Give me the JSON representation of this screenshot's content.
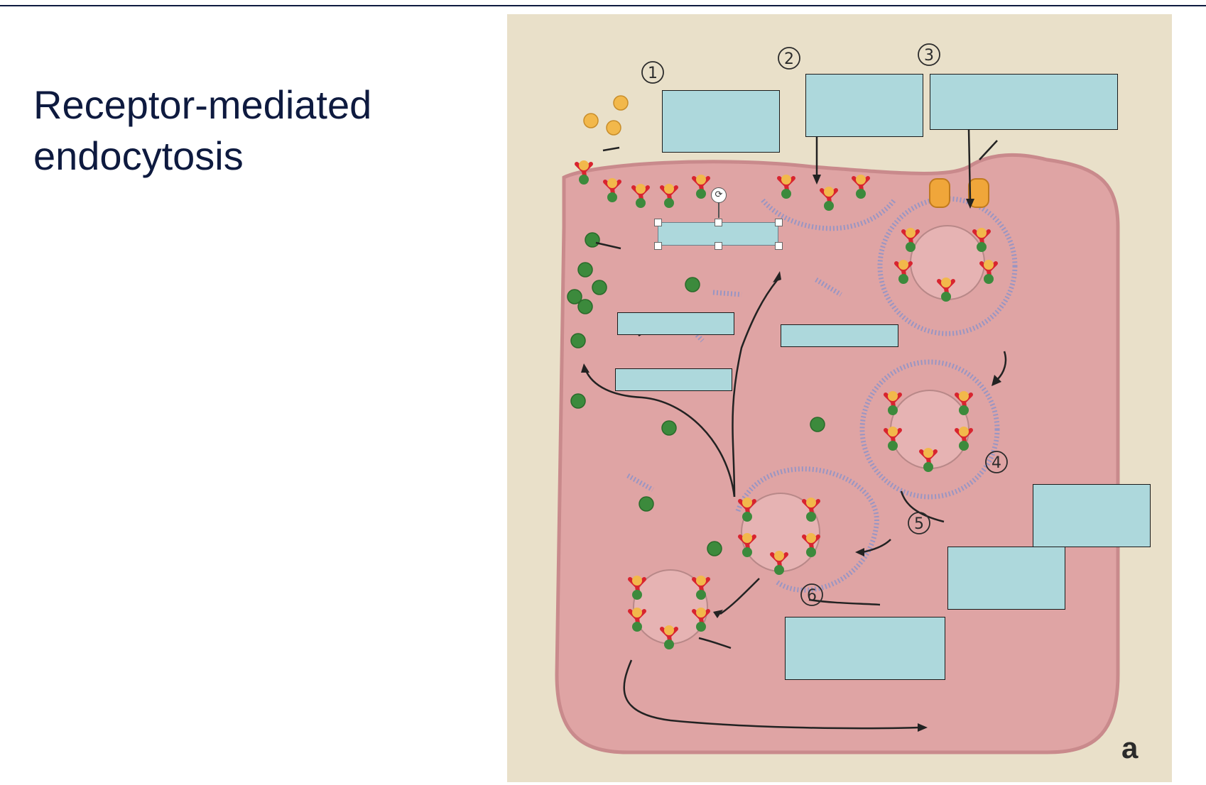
{
  "slide": {
    "title_line1": "Receptor-mediated",
    "title_line2": "endocytosis"
  },
  "figure": {
    "panel_letter": "a",
    "step_numbers": [
      "1",
      "2",
      "3",
      "4",
      "5",
      "6"
    ],
    "rotate_glyph": "⟳",
    "colors": {
      "cytoplasm": "#dfa4a4",
      "membrane": "#c98a8c",
      "receptor": "#d8242f",
      "ligand": "#f2b84b",
      "adaptor": "#3c8a3c",
      "clathrin": "#8d93c9",
      "dynamin": "#f0a63a",
      "label_box": "#add8dc"
    },
    "label_boxes_count": 10
  }
}
